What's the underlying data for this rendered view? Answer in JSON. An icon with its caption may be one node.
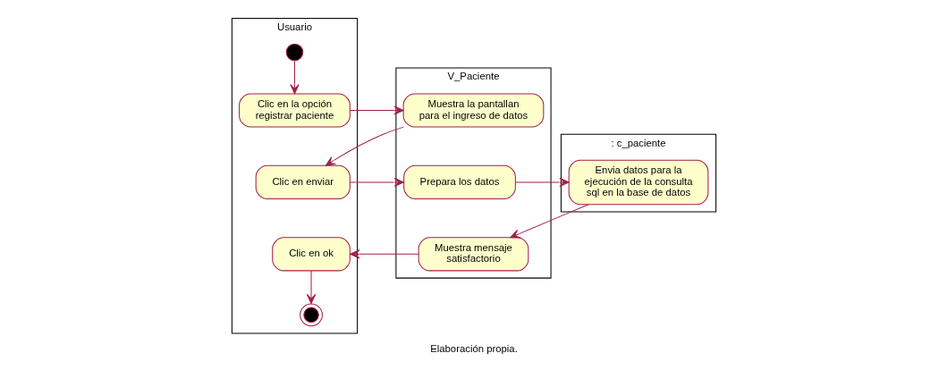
{
  "diagram": {
    "caption": "Elaboración propia.",
    "nodes": [
      {
        "text": [
          "Usuario"
        ]
      },
      {
        "text": [
          "V_Paciente"
        ]
      },
      {
        "text": [
          ": c_paciente"
        ]
      },
      {
        "text": [],
        "shape": "circle",
        "in": 0
      },
      {
        "text": [
          "Clic en la opción registrar paciente"
        ],
        "in": 0
      },
      {
        "text": [
          "Muestra la pantallan para el ingreso de datos"
        ],
        "in": 1
      },
      {
        "text": [
          "Clic en enviar"
        ],
        "in": 0
      },
      {
        "text": [
          "Prepara los datos"
        ],
        "in": 1
      },
      {
        "text": [
          "Envia datos para la ejecución de la consulta sql en la base de datos"
        ],
        "in": 2
      },
      {
        "text": [
          "Muestra mensaje satisfactorio"
        ],
        "in": 1
      },
      {
        "text": [
          "Clic en ok"
        ],
        "in": 0
      },
      {
        "text": [],
        "shape": "circle",
        "in": 0
      }
    ],
    "edges": [
      {
        "from": 3,
        "to": 4,
        "arrow": "to"
      },
      {
        "from": 4,
        "to": 5,
        "arrow": "to"
      },
      {
        "from": 5,
        "to": 6,
        "arrow": "to"
      },
      {
        "from": 6,
        "to": 7,
        "arrow": "to"
      },
      {
        "from": 7,
        "to": 8,
        "arrow": "to"
      },
      {
        "from": 8,
        "to": 9,
        "arrow": "to"
      },
      {
        "from": 9,
        "to": 10,
        "arrow": "to"
      },
      {
        "from": 10,
        "to": 11,
        "arrow": "to"
      }
    ]
  }
}
